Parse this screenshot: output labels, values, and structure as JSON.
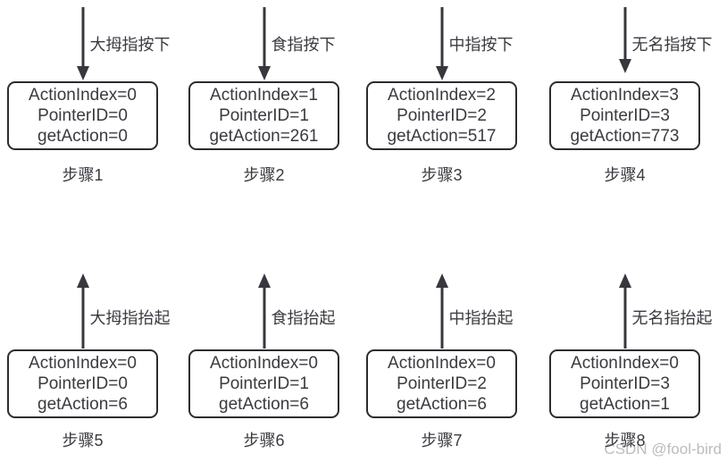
{
  "page": {
    "watermark": "CSDN @fool-bird",
    "background_color": "#ffffff"
  },
  "colors": {
    "stroke": "#37373d",
    "box_border": "#2c2c31",
    "text": "#3a3a40",
    "watermark": "#bcbcbc"
  },
  "cells": [
    {
      "finger_label": "大拇指按下",
      "arrow_direction": "down",
      "box_lines": [
        "ActionIndex=0",
        "PointerID=0",
        "getAction=0"
      ],
      "step_label": "步骤1"
    },
    {
      "finger_label": "食指按下",
      "arrow_direction": "down",
      "box_lines": [
        "ActionIndex=1",
        "PointerID=1",
        "getAction=261"
      ],
      "step_label": "步骤2"
    },
    {
      "finger_label": "中指按下",
      "arrow_direction": "down",
      "box_lines": [
        "ActionIndex=2",
        "PointerID=2",
        "getAction=517"
      ],
      "step_label": "步骤3"
    },
    {
      "finger_label": "无名指按下",
      "arrow_direction": "down",
      "box_lines": [
        "ActionIndex=3",
        "PointerID=3",
        "getAction=773"
      ],
      "step_label": "步骤4"
    },
    {
      "finger_label": "大拇指抬起",
      "arrow_direction": "up",
      "box_lines": [
        "ActionIndex=0",
        "PointerID=0",
        "getAction=6"
      ],
      "step_label": "步骤5"
    },
    {
      "finger_label": "食指抬起",
      "arrow_direction": "up",
      "box_lines": [
        "ActionIndex=0",
        "PointerID=1",
        "getAction=6"
      ],
      "step_label": "步骤6"
    },
    {
      "finger_label": "中指抬起",
      "arrow_direction": "up",
      "box_lines": [
        "ActionIndex=0",
        "PointerID=2",
        "getAction=6"
      ],
      "step_label": "步骤7"
    },
    {
      "finger_label": "无名指抬起",
      "arrow_direction": "up",
      "box_lines": [
        "ActionIndex=0",
        "PointerID=3",
        "getAction=1"
      ],
      "step_label": "步骤8"
    }
  ]
}
